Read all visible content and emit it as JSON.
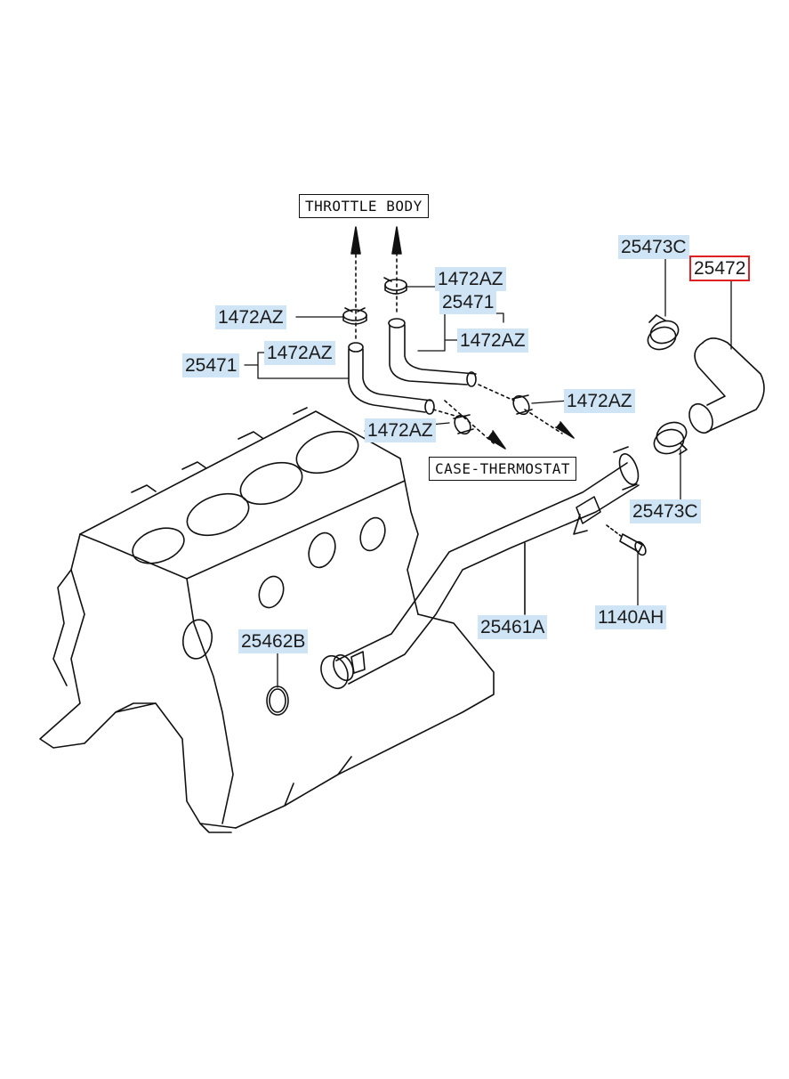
{
  "diagram": {
    "boxes": {
      "throttle_body": "THROTTLE BODY",
      "case_thermostat": "CASE-THERMOSTAT"
    },
    "parts": {
      "p_25473c_top": "25473C",
      "p_25472": "25472",
      "p_1472az_a": "1472AZ",
      "p_25471_top": "25471",
      "p_1472az_b": "1472AZ",
      "p_1472az_left": "1472AZ",
      "p_25471_left": "25471",
      "p_1472az_c": "1472AZ",
      "p_1472az_right": "1472AZ",
      "p_1472az_mid": "1472AZ",
      "p_25473c_bottom": "25473C",
      "p_25461a": "25461A",
      "p_1140ah": "1140AH",
      "p_25462b": "25462B"
    },
    "selected_part": "25472",
    "colors": {
      "label_highlight": "#cfe4f4",
      "selection_border": "#e02020",
      "line": "#111111"
    }
  }
}
